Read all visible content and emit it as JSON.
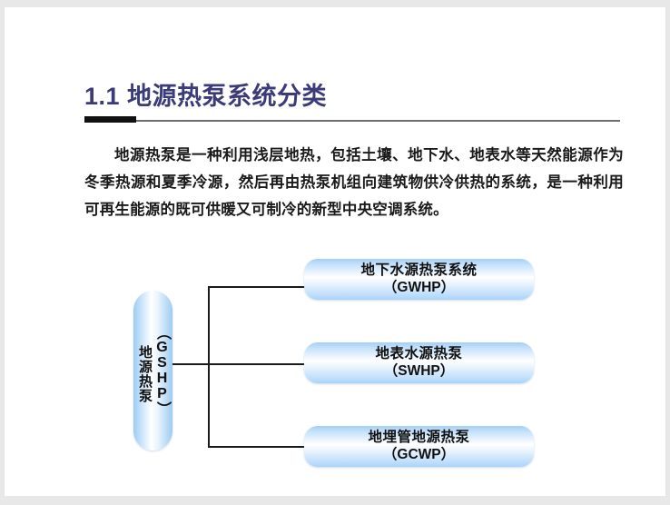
{
  "slide": {
    "background_color": "#ffffff",
    "surround_color": "#e8e8e8"
  },
  "title": {
    "number": "1.1",
    "text": "地源热泵系统分类",
    "full": "1.1  地源热泵系统分类",
    "color": "#3b3b7a",
    "rule_thick_color": "#111111",
    "rule_thin_color": "#6d6d78"
  },
  "body": {
    "paragraph": "地源热泵是一种利用浅层地热，包括土壤、地下水、地表水等天然能源作为冬季热源和夏季冷源，然后再由热泵机组向建筑物供冷供热的系统，是一种利用可再生能源的既可供暖又可制冷的新型中央空调系统。"
  },
  "diagram": {
    "accent_color": "#a4cff5",
    "line_color": "#1a1a1a",
    "root": {
      "label_cn": "地源热泵",
      "label_en": "（GSHP）"
    },
    "leaves": [
      {
        "label_cn": "地下水源热泵系统",
        "label_en": "（GWHP）"
      },
      {
        "label_cn": "地表水源热泵",
        "label_en": "（SWHP）"
      },
      {
        "label_cn": "地埋管地源热泵",
        "label_en": "（GCWP）"
      }
    ]
  }
}
